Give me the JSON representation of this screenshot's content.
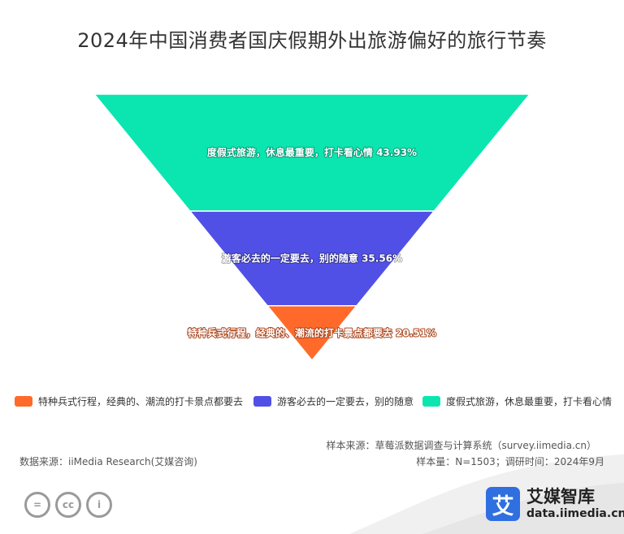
{
  "chart_data": {
    "type": "funnel",
    "title": "2024年中国消费者国庆假期外出旅游偏好的旅行节奏",
    "segments": [
      {
        "name": "度假式旅游，休息最重要，打卡看心情",
        "value": 43.93,
        "label": "度假式旅游，休息最重要，打卡看心情 43.93%",
        "color": "#0be6b0"
      },
      {
        "name": "游客必去的一定要去，别的随意",
        "value": 35.56,
        "label": "游客必去的一定要去，别的随意 35.56%",
        "color": "#5150e6"
      },
      {
        "name": "特种兵式行程，经典的、潮流的打卡景点都要去",
        "value": 20.51,
        "label": "特种兵式行程，经典的、潮流的打卡景点都要去 20.51%",
        "color": "#ff6a2a"
      }
    ],
    "legend": [
      {
        "name": "特种兵式行程，经典的、潮流的打卡景点都要去",
        "color": "#ff6a2a"
      },
      {
        "name": "游客必去的一定要去，别的随意",
        "color": "#5150e6"
      },
      {
        "name": "度假式旅游，休息最重要，打卡看心情",
        "color": "#0be6b0"
      }
    ]
  },
  "footer": {
    "sample_source": "样本来源：草莓派数据调查与计算系统（survey.iimedia.cn）",
    "data_source": "数据来源：iiMedia Research(艾媒咨询)",
    "sample_size": "样本量：N=1503；调研时间：2024年9月"
  },
  "license_icons": [
    {
      "icon": "equals-icon",
      "glyph": "="
    },
    {
      "icon": "cc-icon",
      "glyph": "cc"
    },
    {
      "icon": "person-icon",
      "glyph": "i"
    }
  ],
  "brand": {
    "logo_glyph": "艾",
    "name": "艾媒智库",
    "url": "data.iimedia.cn"
  }
}
